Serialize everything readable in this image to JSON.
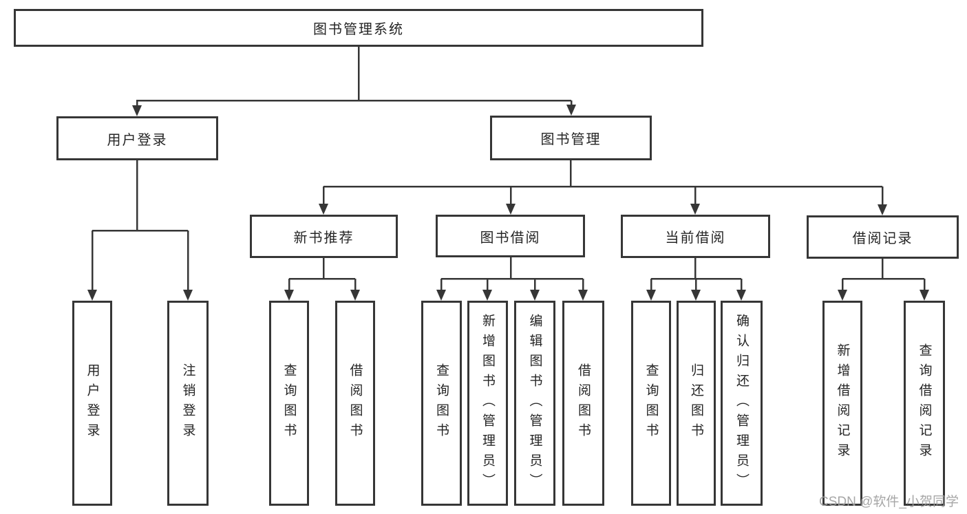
{
  "diagram_title": "图书管理系统",
  "nodes": {
    "root": "图书管理系统",
    "user_login": {
      "label": "用户登录",
      "children": [
        {
          "label": "用户登录"
        },
        {
          "label": "注销登录"
        }
      ]
    },
    "book_management": {
      "label": "图书管理",
      "sections": [
        {
          "label": "新书推荐",
          "children": [
            {
              "label": "查询图书"
            },
            {
              "label": "借阅图书"
            }
          ]
        },
        {
          "label": "图书借阅",
          "children": [
            {
              "label": "查询图书"
            },
            {
              "label": "新增图书（管理员）"
            },
            {
              "label": "编辑图书（管理员）"
            },
            {
              "label": "借阅图书"
            }
          ]
        },
        {
          "label": "当前借阅",
          "children": [
            {
              "label": "查询图书"
            },
            {
              "label": "归还图书"
            },
            {
              "label": "确认归还（管理员）"
            }
          ]
        },
        {
          "label": "借阅记录",
          "children": [
            {
              "label": "新增借阅记录"
            },
            {
              "label": "查询借阅记录"
            }
          ]
        }
      ]
    }
  },
  "watermark": "CSDN @软件_小贺同学",
  "colors": {
    "line": "#363636",
    "box_border": "#363636",
    "text": "#252525",
    "background": "#ffffff",
    "watermark": "#9e9e9e"
  }
}
